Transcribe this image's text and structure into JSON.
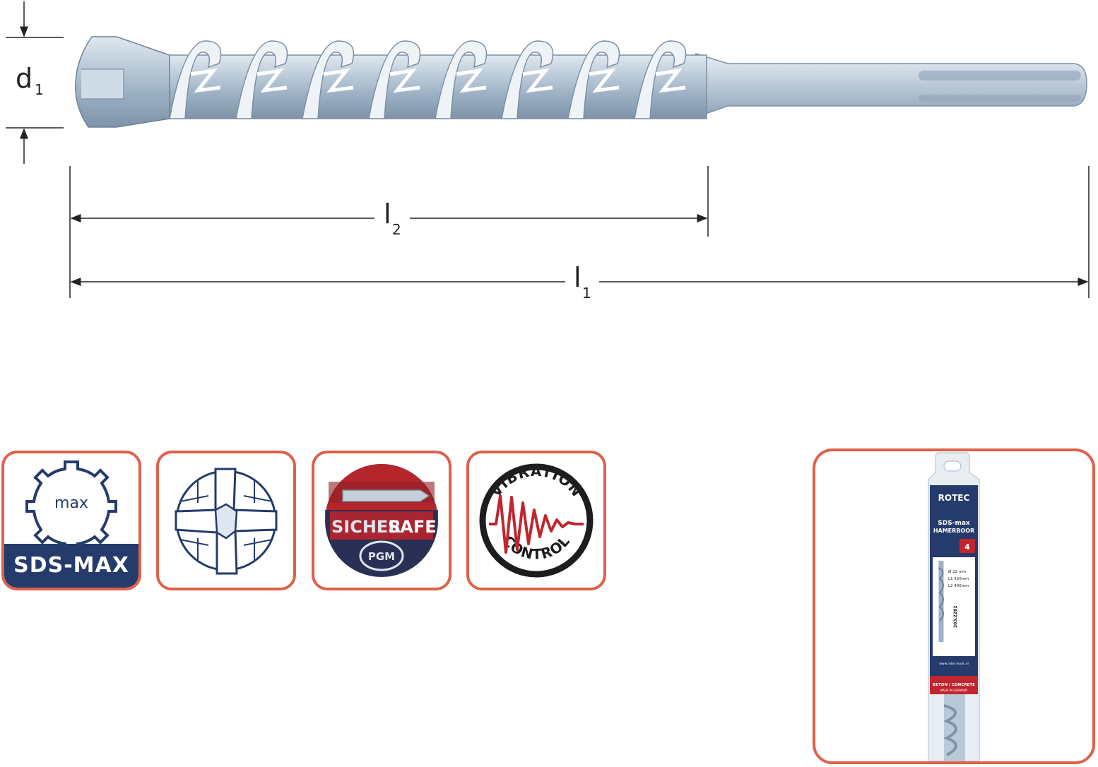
{
  "dimensions": {
    "d": "d",
    "d_sub": "1",
    "l2": "l",
    "l2_sub": "2",
    "l1": "l",
    "l1_sub": "1"
  },
  "badges": {
    "sds_max": {
      "inner": "max",
      "bar": "SDS-MAX"
    },
    "cross_tip": {},
    "sichersafe": {
      "brand_a": "SICHER",
      "brand_b": "SAFE",
      "sub": "PGM"
    },
    "vibration": {
      "top": "VIBRATION",
      "bottom": "CONTROL"
    }
  },
  "package": {
    "brand": "ROTEC",
    "line1": "SDS-max",
    "line2": "HAMERBOOR",
    "size": "Ø 22 mm",
    "l1": "L1  520mm",
    "l2": "L2  400mm",
    "code": "203.2202",
    "site": "www.rotec-tools.nl",
    "material": "BETON / CONCRETE",
    "made": "MADE IN GERMANY",
    "cutter": "4"
  },
  "colors": {
    "accent_border": "#e0604a",
    "navy": "#243b6b",
    "steel": "#aebfd0",
    "red": "#c0262e"
  }
}
